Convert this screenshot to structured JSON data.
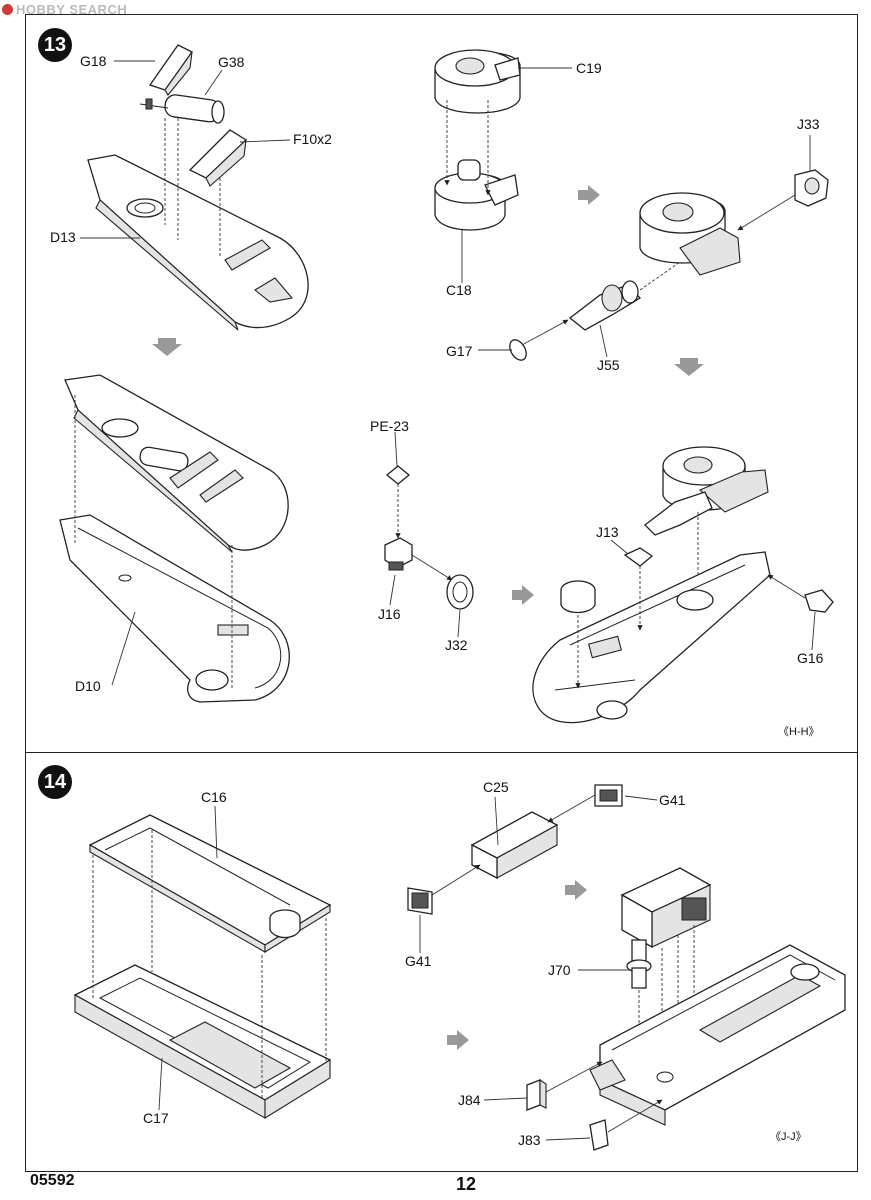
{
  "watermark": "HOBBY SEARCH",
  "steps": [
    {
      "number": "13",
      "view_label": "《H-H》",
      "labels": [
        "G18",
        "G38",
        "F10x2",
        "D13",
        "D10",
        "C19",
        "C18",
        "J33",
        "G17",
        "J55",
        "PE-23",
        "J16",
        "J32",
        "J13",
        "G16"
      ]
    },
    {
      "number": "14",
      "view_label": "《J-J》",
      "labels": [
        "C16",
        "C17",
        "C25",
        "G41",
        "G41",
        "J70",
        "J84",
        "J83"
      ]
    }
  ],
  "footer": {
    "kit_number": "05592",
    "page_number": "12"
  }
}
